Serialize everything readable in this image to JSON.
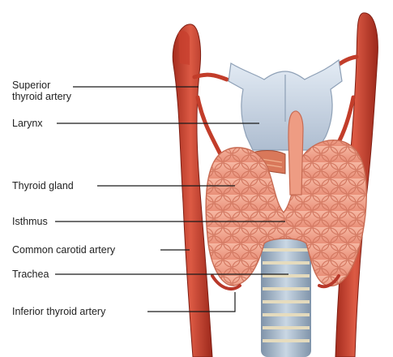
{
  "labels": {
    "superior_thyroid_artery": {
      "line1": "Superior",
      "line2": "thyroid artery"
    },
    "larynx": "Larynx",
    "thyroid_gland": "Thyroid gland",
    "isthmus": "Isthmus",
    "common_carotid_artery": "Common carotid artery",
    "trachea": "Trachea",
    "inferior_thyroid_artery": "Inferior thyroid artery"
  },
  "colors": {
    "artery": "#c8402e",
    "artery_dark": "#8e2418",
    "larynx": "#c9d6e6",
    "thyroid": "#f0a08a",
    "thyroid_lobule": "#d97d66",
    "trachea_ring": "#a9bccf",
    "trachea_band": "#e6dcc0",
    "leader_line": "#1a1a1a"
  }
}
